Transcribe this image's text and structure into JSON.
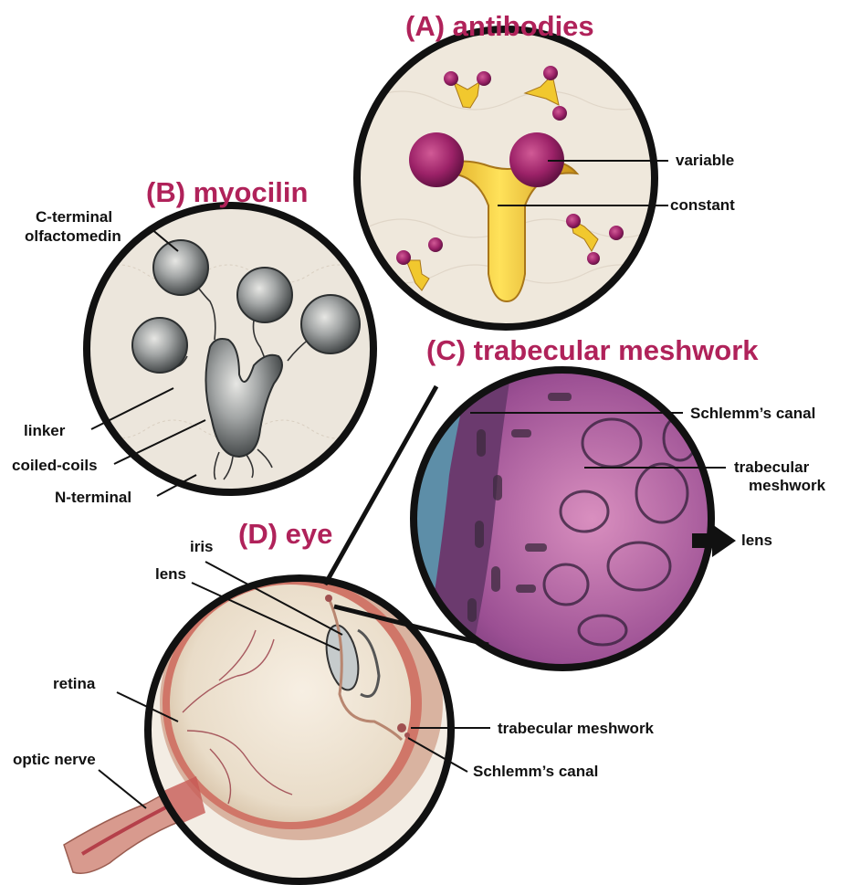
{
  "panels": {
    "antibodies": {
      "title": "(A) antibodies",
      "labels": {
        "variable": "variable",
        "constant": "constant"
      }
    },
    "myocilin": {
      "title": "(B) myocilin",
      "labels": {
        "c_terminal_line1": "C-terminal",
        "c_terminal_line2": "olfactomedin",
        "linker": "linker",
        "coiled_coils": "coiled-coils",
        "n_terminal": "N-terminal"
      }
    },
    "trabecular": {
      "title": "(C) trabecular meshwork",
      "labels": {
        "schlemms_canal": "Schlemm’s canal",
        "trabecular_line1": "trabecular",
        "trabecular_line2": "meshwork",
        "lens": "lens"
      }
    },
    "eye": {
      "title": "(D) eye",
      "labels": {
        "iris": "iris",
        "lens": "lens",
        "retina": "retina",
        "optic_nerve": "optic nerve",
        "trabecular_meshwork": "trabecular meshwork",
        "schlemms_canal": "Schlemm’s canal"
      }
    }
  },
  "colors": {
    "title": "#b0225a",
    "circle_border": "#111111",
    "paper": "#efe7dc",
    "antibody_variable": "#a42a6e",
    "antibody_constant": "#f1c82e",
    "myocilin_gray": "#8a8e90",
    "meshwork_purple": "#8e4a8c",
    "canal_blue": "#5d8ea8",
    "eye_red": "#c9443a"
  },
  "icons": [
    "lens-direction-arrow-icon"
  ]
}
